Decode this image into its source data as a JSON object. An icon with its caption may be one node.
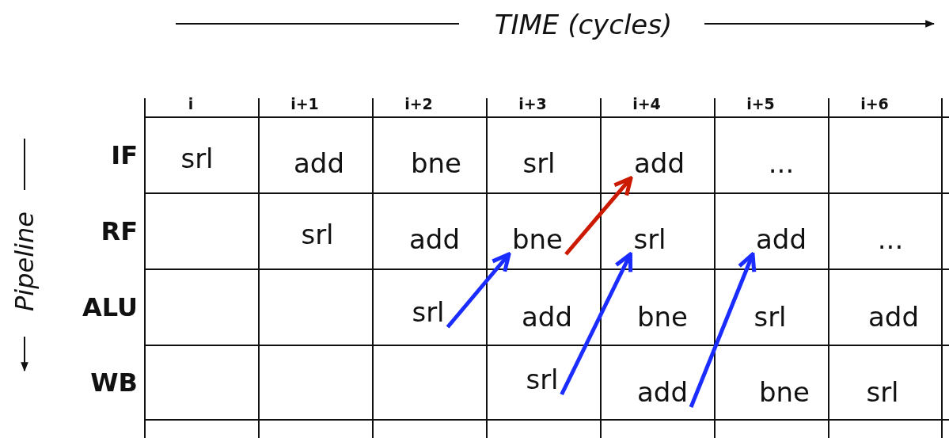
{
  "diagram": {
    "nodes": [
      {
        "text": [
          "srl"
        ]
      },
      {
        "text": [
          "add"
        ]
      },
      {
        "text": [
          "bne"
        ]
      },
      {
        "text": [
          "srl"
        ]
      },
      {
        "text": [
          "add"
        ]
      },
      {
        "text": [
          "..."
        ]
      },
      {
        "text": [
          "srl"
        ]
      },
      {
        "text": [
          "add"
        ]
      },
      {
        "text": [
          "bne"
        ]
      },
      {
        "text": [
          "srl"
        ]
      },
      {
        "text": [
          "add"
        ]
      },
      {
        "text": [
          "..."
        ]
      },
      {
        "text": [
          "srl"
        ]
      },
      {
        "text": [
          "add"
        ]
      },
      {
        "text": [
          "bne"
        ]
      },
      {
        "text": [
          "srl"
        ]
      },
      {
        "text": [
          "add"
        ]
      },
      {
        "text": [
          "srl"
        ]
      },
      {
        "text": [
          "add"
        ]
      },
      {
        "text": [
          "bne"
        ]
      },
      {
        "text": [
          "srl"
        ]
      }
    ],
    "edges": [
      {
        "from": 12,
        "to": 8,
        "arrow": "to",
        "color": "#1a2cff"
      },
      {
        "from": 17,
        "to": 9,
        "arrow": "to",
        "color": "#1a2cff"
      },
      {
        "from": 18,
        "to": 10,
        "arrow": "to",
        "color": "#1a2cff"
      },
      {
        "from": 8,
        "to": 4,
        "arrow": "to",
        "color": "#cc1a00"
      }
    ],
    "labels": [
      "TIME (cycles)",
      "i",
      "i+1",
      "i+2",
      "i+3",
      "i+4",
      "i+5",
      "i+6",
      "Pipeline",
      "IF",
      "RF",
      "ALU",
      "WB"
    ]
  }
}
